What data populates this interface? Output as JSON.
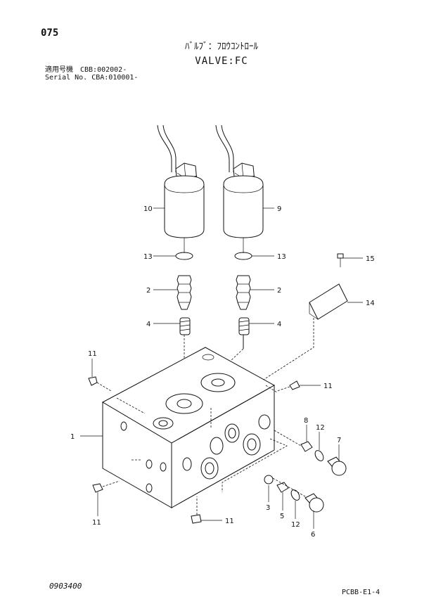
{
  "header": {
    "page_number": "075",
    "title_jp": "ﾊﾞﾙﾌﾞ：ﾌﾛｳｺﾝﾄﾛｰﾙ",
    "title_en": "VALVE:FC",
    "serial_line1": "適用号機　CBB:002002-",
    "serial_line2": "Serial No. CBA:010001-"
  },
  "callouts": {
    "c1": "1",
    "c2a": "2",
    "c2b": "2",
    "c3": "3",
    "c4a": "4",
    "c4b": "4",
    "c5": "5",
    "c6": "6",
    "c7": "7",
    "c8": "8",
    "c9": "9",
    "c10": "10",
    "c11a": "11",
    "c11b": "11",
    "c11c": "11",
    "c11d": "11",
    "c12a": "12",
    "c12b": "12",
    "c13a": "13",
    "c13b": "13",
    "c14": "14",
    "c15": "15"
  },
  "footer": {
    "left_code": "0903400",
    "right_code": "PCBB-E1-4"
  }
}
